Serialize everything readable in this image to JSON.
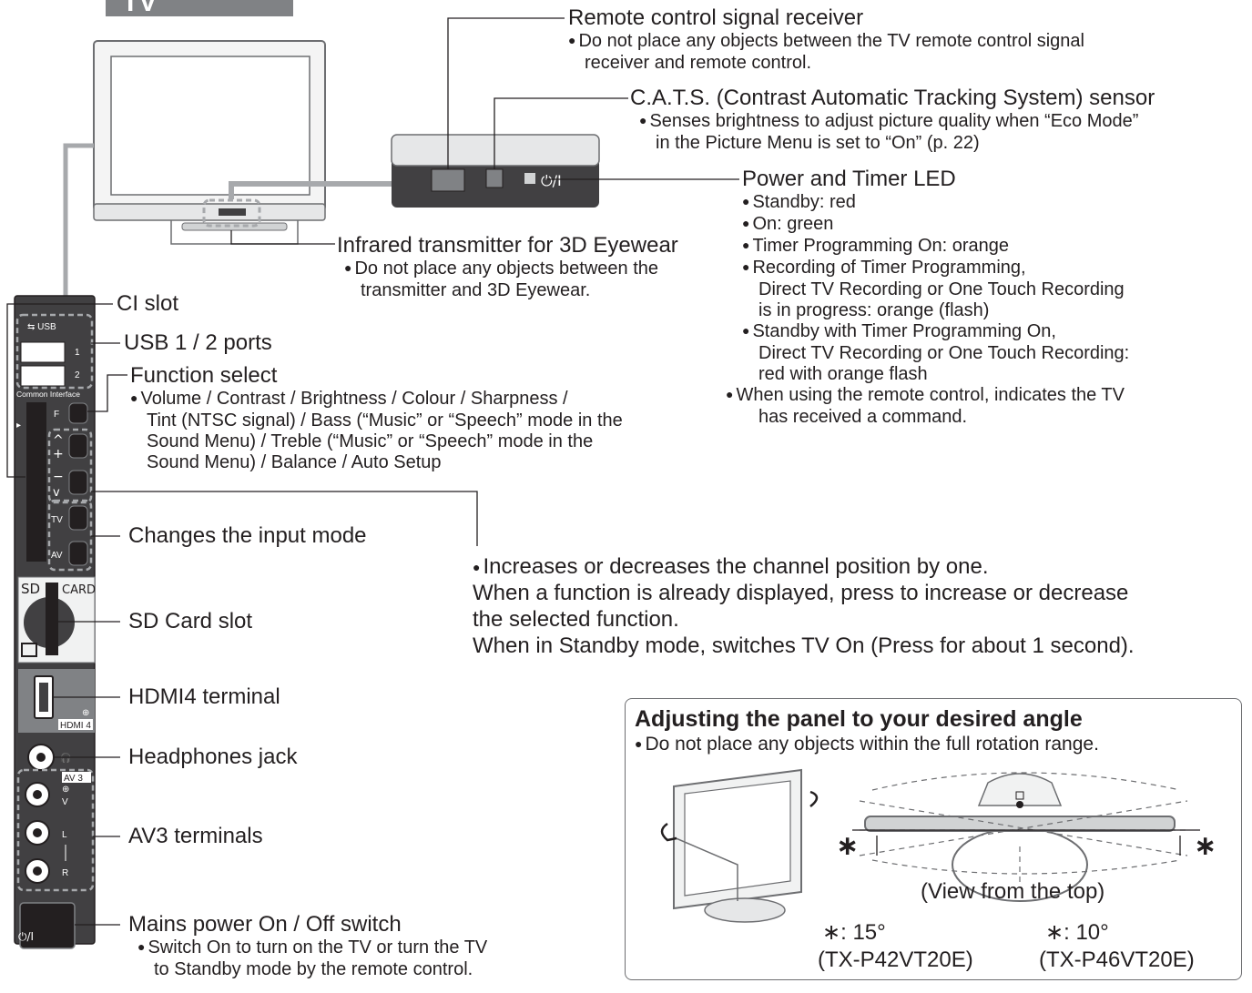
{
  "header_tab": "TV",
  "labels": {
    "remote_receiver": {
      "title": "Remote control signal receiver",
      "bullet": [
        "Do not place any objects between the TV remote control signal",
        "receiver and remote control."
      ]
    },
    "cats_sensor": {
      "title": "C.A.T.S. (Contrast Automatic Tracking System) sensor",
      "bullet": [
        "Senses brightness to adjust picture quality when “Eco Mode”",
        "in the Picture Menu is set to “On” (p. 22)"
      ]
    },
    "power_led": {
      "title": "Power and Timer LED",
      "bullets": [
        [
          "Standby: red"
        ],
        [
          "On: green"
        ],
        [
          "Timer Programming On: orange"
        ],
        [
          "Recording of Timer Programming,",
          "Direct TV Recording or One Touch Recording",
          "is in progress: orange (flash)"
        ],
        [
          "Standby with Timer Programming On,",
          "Direct TV Recording or One Touch Recording:",
          "red with orange flash"
        ],
        [
          "When using the remote control, indicates the TV",
          "has received a command."
        ]
      ]
    },
    "infrared": {
      "title": "Infrared transmitter for 3D Eyewear",
      "bullet": [
        "Do not place any objects between the",
        "transmitter and 3D Eyewear."
      ]
    },
    "ci_slot": "CI slot",
    "usb_ports": "USB 1 / 2 ports",
    "function_select": {
      "title": "Function select",
      "bullet": [
        "Volume / Contrast / Brightness / Colour / Sharpness /",
        "Tint (NTSC signal) / Bass (“Music” or “Speech” mode in the",
        "Sound Menu) / Treble (“Music” or “Speech” mode in the",
        "Sound Menu) / Balance / Auto Setup"
      ]
    },
    "input_mode": "Changes the input mode",
    "channel_text": [
      "Increases or decreases the channel position by one.",
      "When a function is already displayed, press to increase or decrease",
      "the selected function.",
      "When in Standby mode, switches TV On (Press for about 1 second)."
    ],
    "sd_slot": "SD Card slot",
    "hdmi4": "HDMI4 terminal",
    "headphones": "Headphones jack",
    "av3": "AV3 terminals",
    "mains": {
      "title": "Mains power On / Off switch",
      "bullet": [
        "Switch On to turn on the TV or turn the TV",
        "to Standby mode by the remote control."
      ]
    }
  },
  "panel_markings": {
    "usb": "USB",
    "usb_1": "1",
    "usb_2": "2",
    "common_interface": "Common Interface",
    "f": "F",
    "tv": "TV",
    "av": "AV",
    "sd": "SD",
    "card": "CARD",
    "hdmi4": "HDMI 4",
    "av3": "AV 3",
    "v": "V",
    "l": "L",
    "r": "R",
    "power": "⏻/I"
  },
  "angle_box": {
    "title": "Adjusting the panel to your desired angle",
    "bullet": "Do not place any objects within the full rotation range.",
    "view": "(View from the top)",
    "asterisk": "∗",
    "models": [
      {
        "angle": "∗: 15°",
        "model": "(TX-P42VT20E)"
      },
      {
        "angle": "∗: 10°",
        "model": "(TX-P46VT20E)"
      }
    ]
  },
  "colors": {
    "panel_dark": "#414042",
    "line": "#6d6e71",
    "tab": "#808285"
  }
}
